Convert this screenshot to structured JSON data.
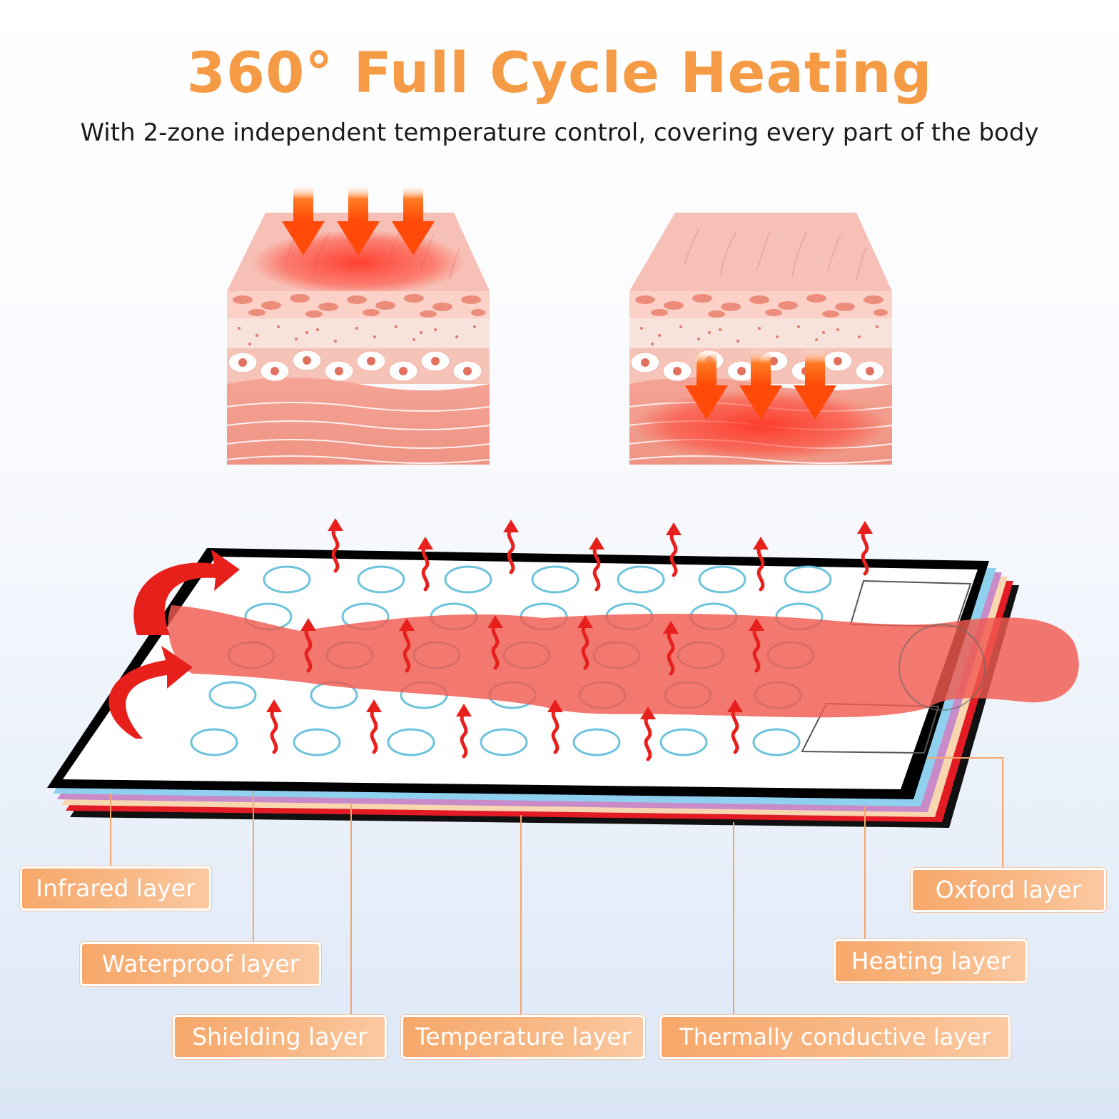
{
  "header": {
    "title": "360° Full Cycle Heating",
    "subtitle": "With 2-zone independent temperature control, covering every part of the body"
  },
  "layers": {
    "infrared": "Infrared layer",
    "waterproof": "Waterproof layer",
    "shielding": "Shielding layer",
    "temperature": "Temperature layer",
    "thermally_conductive": "Thermally conductive layer",
    "heating": "Heating layer",
    "oxford": "Oxford layer"
  },
  "colors": {
    "title_orange": "#f59a45",
    "label_orange": "#f7a86a",
    "heat_red": "#e8201c",
    "skin_pink": "#f6b6ac",
    "body_coral": "#f06f64",
    "ring_blue": "#6ec3dc",
    "leader_line": "#f2a66b"
  },
  "icons": [
    "heat-arrow-icon",
    "wavy-heat-arrow-icon",
    "curved-arrow-icon",
    "skin-cross-section-icon",
    "human-body-silhouette-icon"
  ]
}
